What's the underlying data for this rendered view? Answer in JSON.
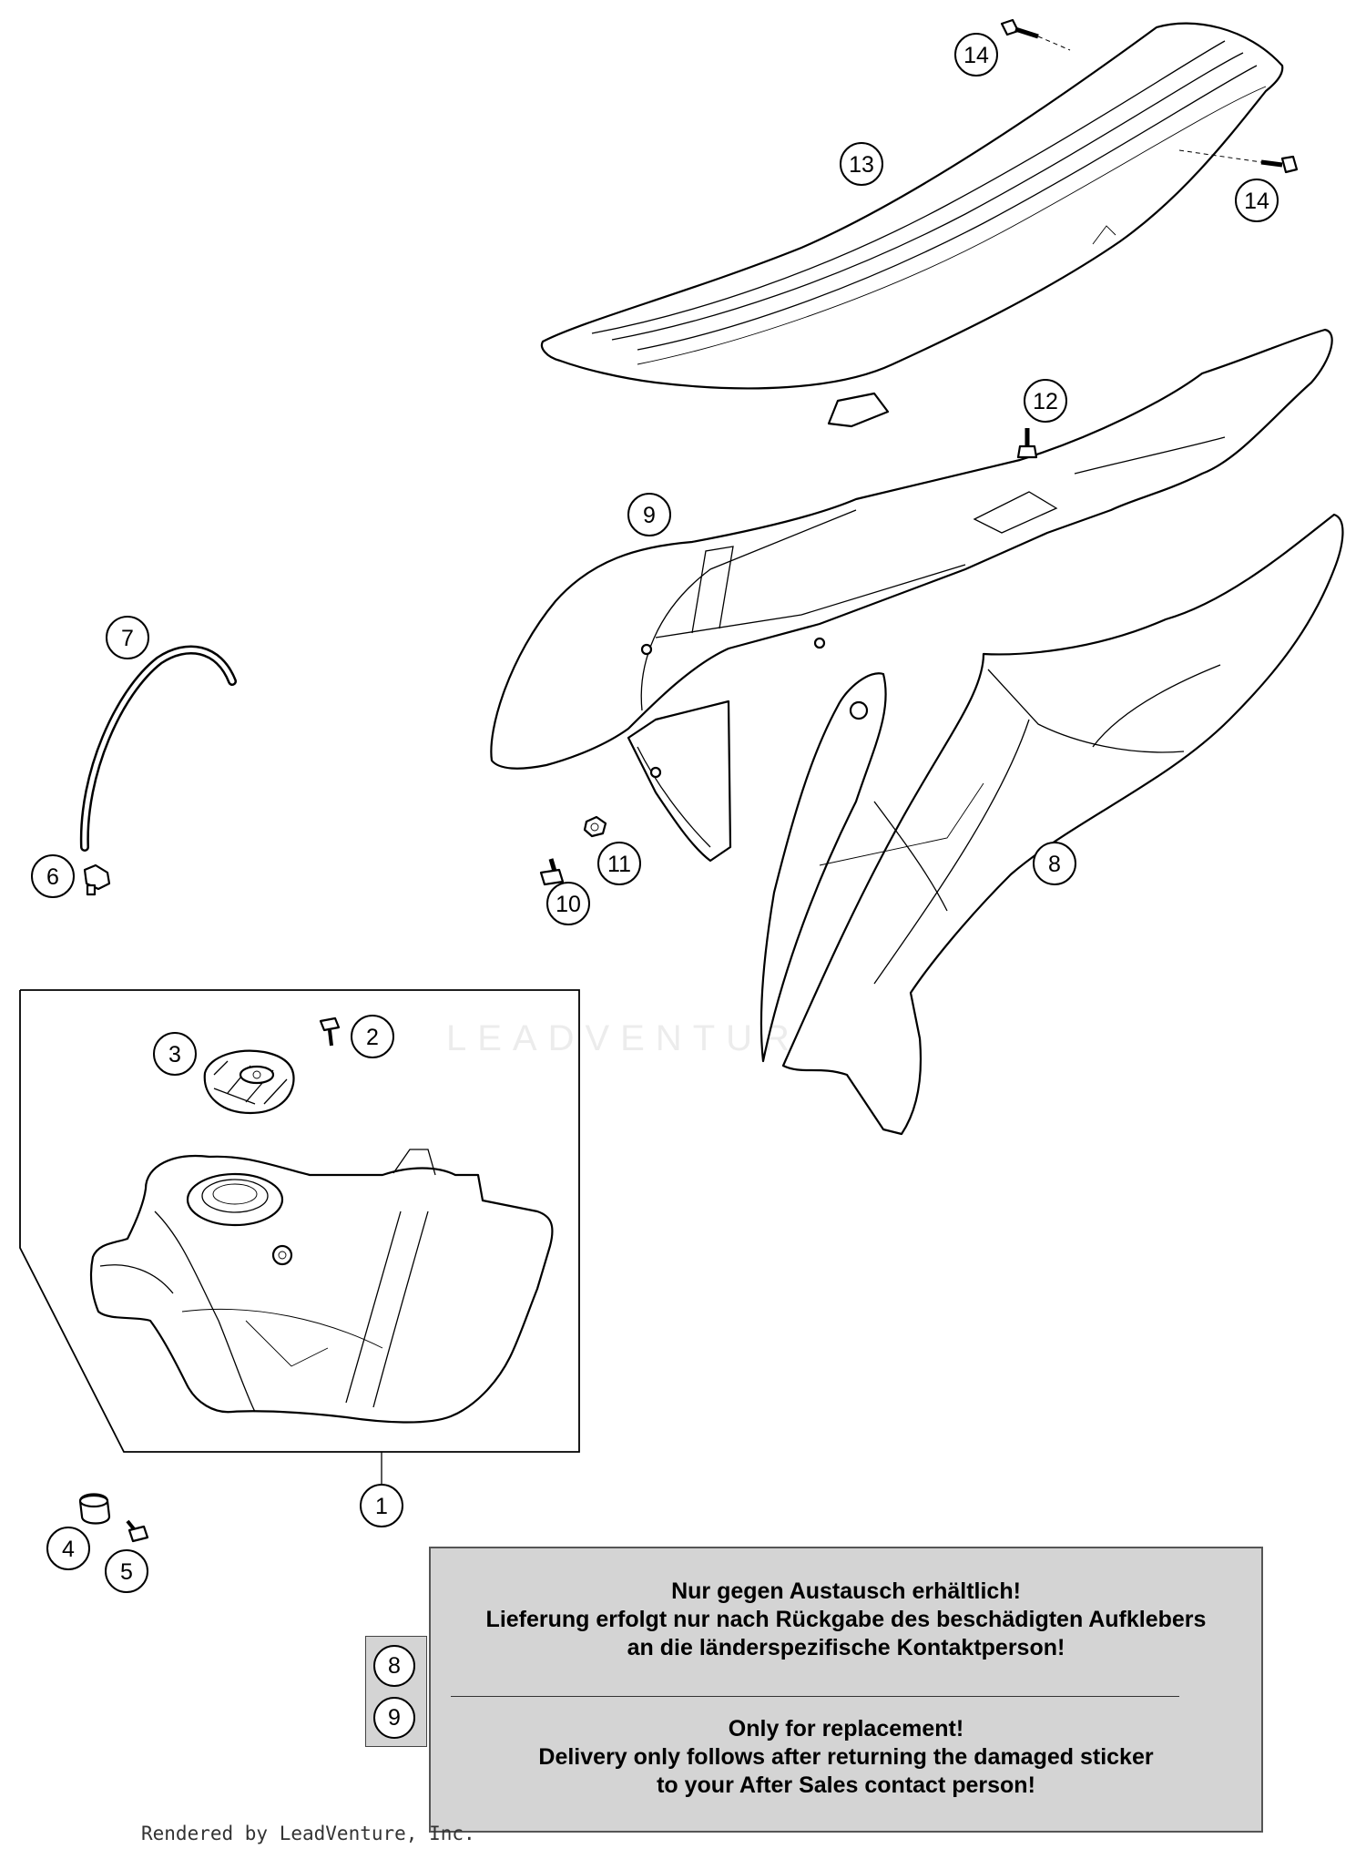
{
  "callouts": {
    "c1": "1",
    "c2": "2",
    "c3": "3",
    "c4": "4",
    "c5": "5",
    "c6": "6",
    "c7": "7",
    "c8": "8",
    "c9": "9",
    "c10": "10",
    "c11": "11",
    "c12": "12",
    "c13": "13",
    "c14a": "14",
    "c14b": "14"
  },
  "note": {
    "german": [
      "Nur gegen Austausch erhältlich!",
      "Lieferung erfolgt nur nach Rückgabe des beschädigten Aufklebers",
      "an die länderspezifische Kontaktperson!"
    ],
    "english": [
      "Only for replacement!",
      "Delivery only follows after returning the damaged sticker",
      "to your After Sales contact person!"
    ],
    "applies_to": [
      "8",
      "9"
    ]
  },
  "watermark": "LEADVENTURE",
  "footer": "Rendered by LeadVenture, Inc."
}
